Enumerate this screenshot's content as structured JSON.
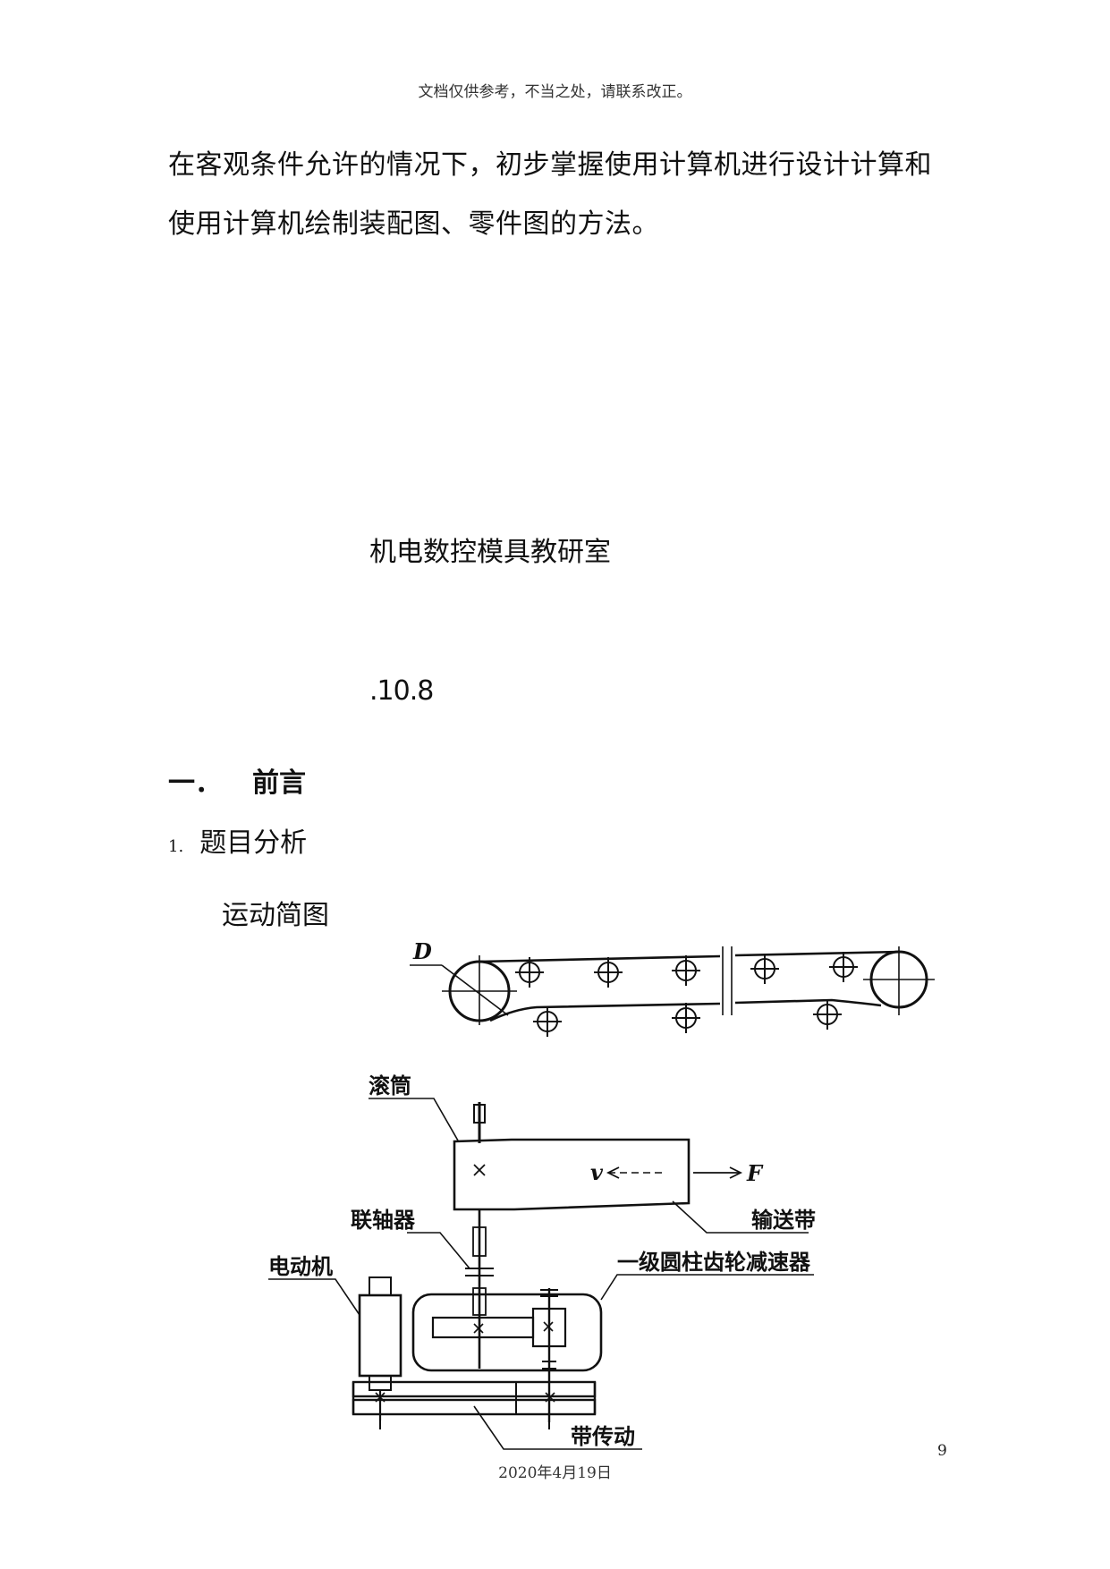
{
  "header": {
    "note": "文档仅供参考，不当之处，请联系改正。"
  },
  "intro": {
    "line1": "在客观条件允许的情况下，初步掌握使用计算机进行设计计算和",
    "line2": "使用计算机绘制装配图、零件图的方法。"
  },
  "department": "机电数控模具教研室",
  "date": ".10.8",
  "section": {
    "number": "一．",
    "title": "前言"
  },
  "subsection": {
    "number": "1.",
    "title": "题目分析"
  },
  "figure": {
    "caption": "运动简图",
    "labels": {
      "diameter": "D",
      "drum": "滚筒",
      "velocity": "v",
      "force": "F",
      "conveyor_belt": "输送带",
      "coupling": "联轴器",
      "reducer": "一级圆柱齿轮减速器",
      "motor": "电动机",
      "belt_drive": "带传动"
    }
  },
  "footer": {
    "page_number": "9",
    "date": "2020年4月19日"
  }
}
